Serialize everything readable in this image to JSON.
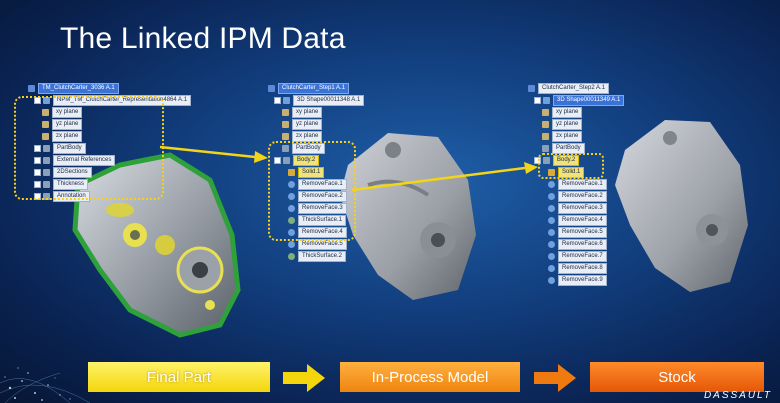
{
  "slide": {
    "title": "The Linked IPM Data"
  },
  "tree1": {
    "root": "TM_ClutchCarter_3036 A.1",
    "items": [
      "NPM_TM_ClutchCarter_Representation4864 A.1",
      "xy plane",
      "yz plane",
      "zx plane",
      "PartBody",
      "External References",
      "2DSections",
      "Thickness",
      "Annotation"
    ]
  },
  "tree2": {
    "root": "ClutchCarter_Step1 A.1",
    "items": [
      "3D Shape00011348 A.1",
      "xy plane",
      "yz plane",
      "zx plane",
      "PartBody",
      "Body.2",
      "Solid.1",
      "RemoveFace.1",
      "RemoveFace.2",
      "RemoveFace.3",
      "ThickSurface.1",
      "RemoveFace.4",
      "RemoveFace.5",
      "ThickSurface.2"
    ]
  },
  "tree3": {
    "root": "ClutchCarter_Step2 A.1",
    "items": [
      "3D Shape00011349 A.1",
      "xy plane",
      "yz plane",
      "zx plane",
      "PartBody",
      "Body.2",
      "Solid.1",
      "RemoveFace.1",
      "RemoveFace.2",
      "RemoveFace.3",
      "RemoveFace.4",
      "RemoveFace.5",
      "RemoveFace.6",
      "RemoveFace.7",
      "RemoveFace.8",
      "RemoveFace.9"
    ]
  },
  "stages": {
    "final_part": "Final Part",
    "ipm": "In-Process Model",
    "stock": "Stock"
  },
  "brand": {
    "logo_text": "DASSAULT"
  },
  "colors": {
    "highlight_box": "#f7d117",
    "final_btn": "#f3d60b",
    "ipm_btn": "#ef8410",
    "stock_btn": "#e55707"
  }
}
